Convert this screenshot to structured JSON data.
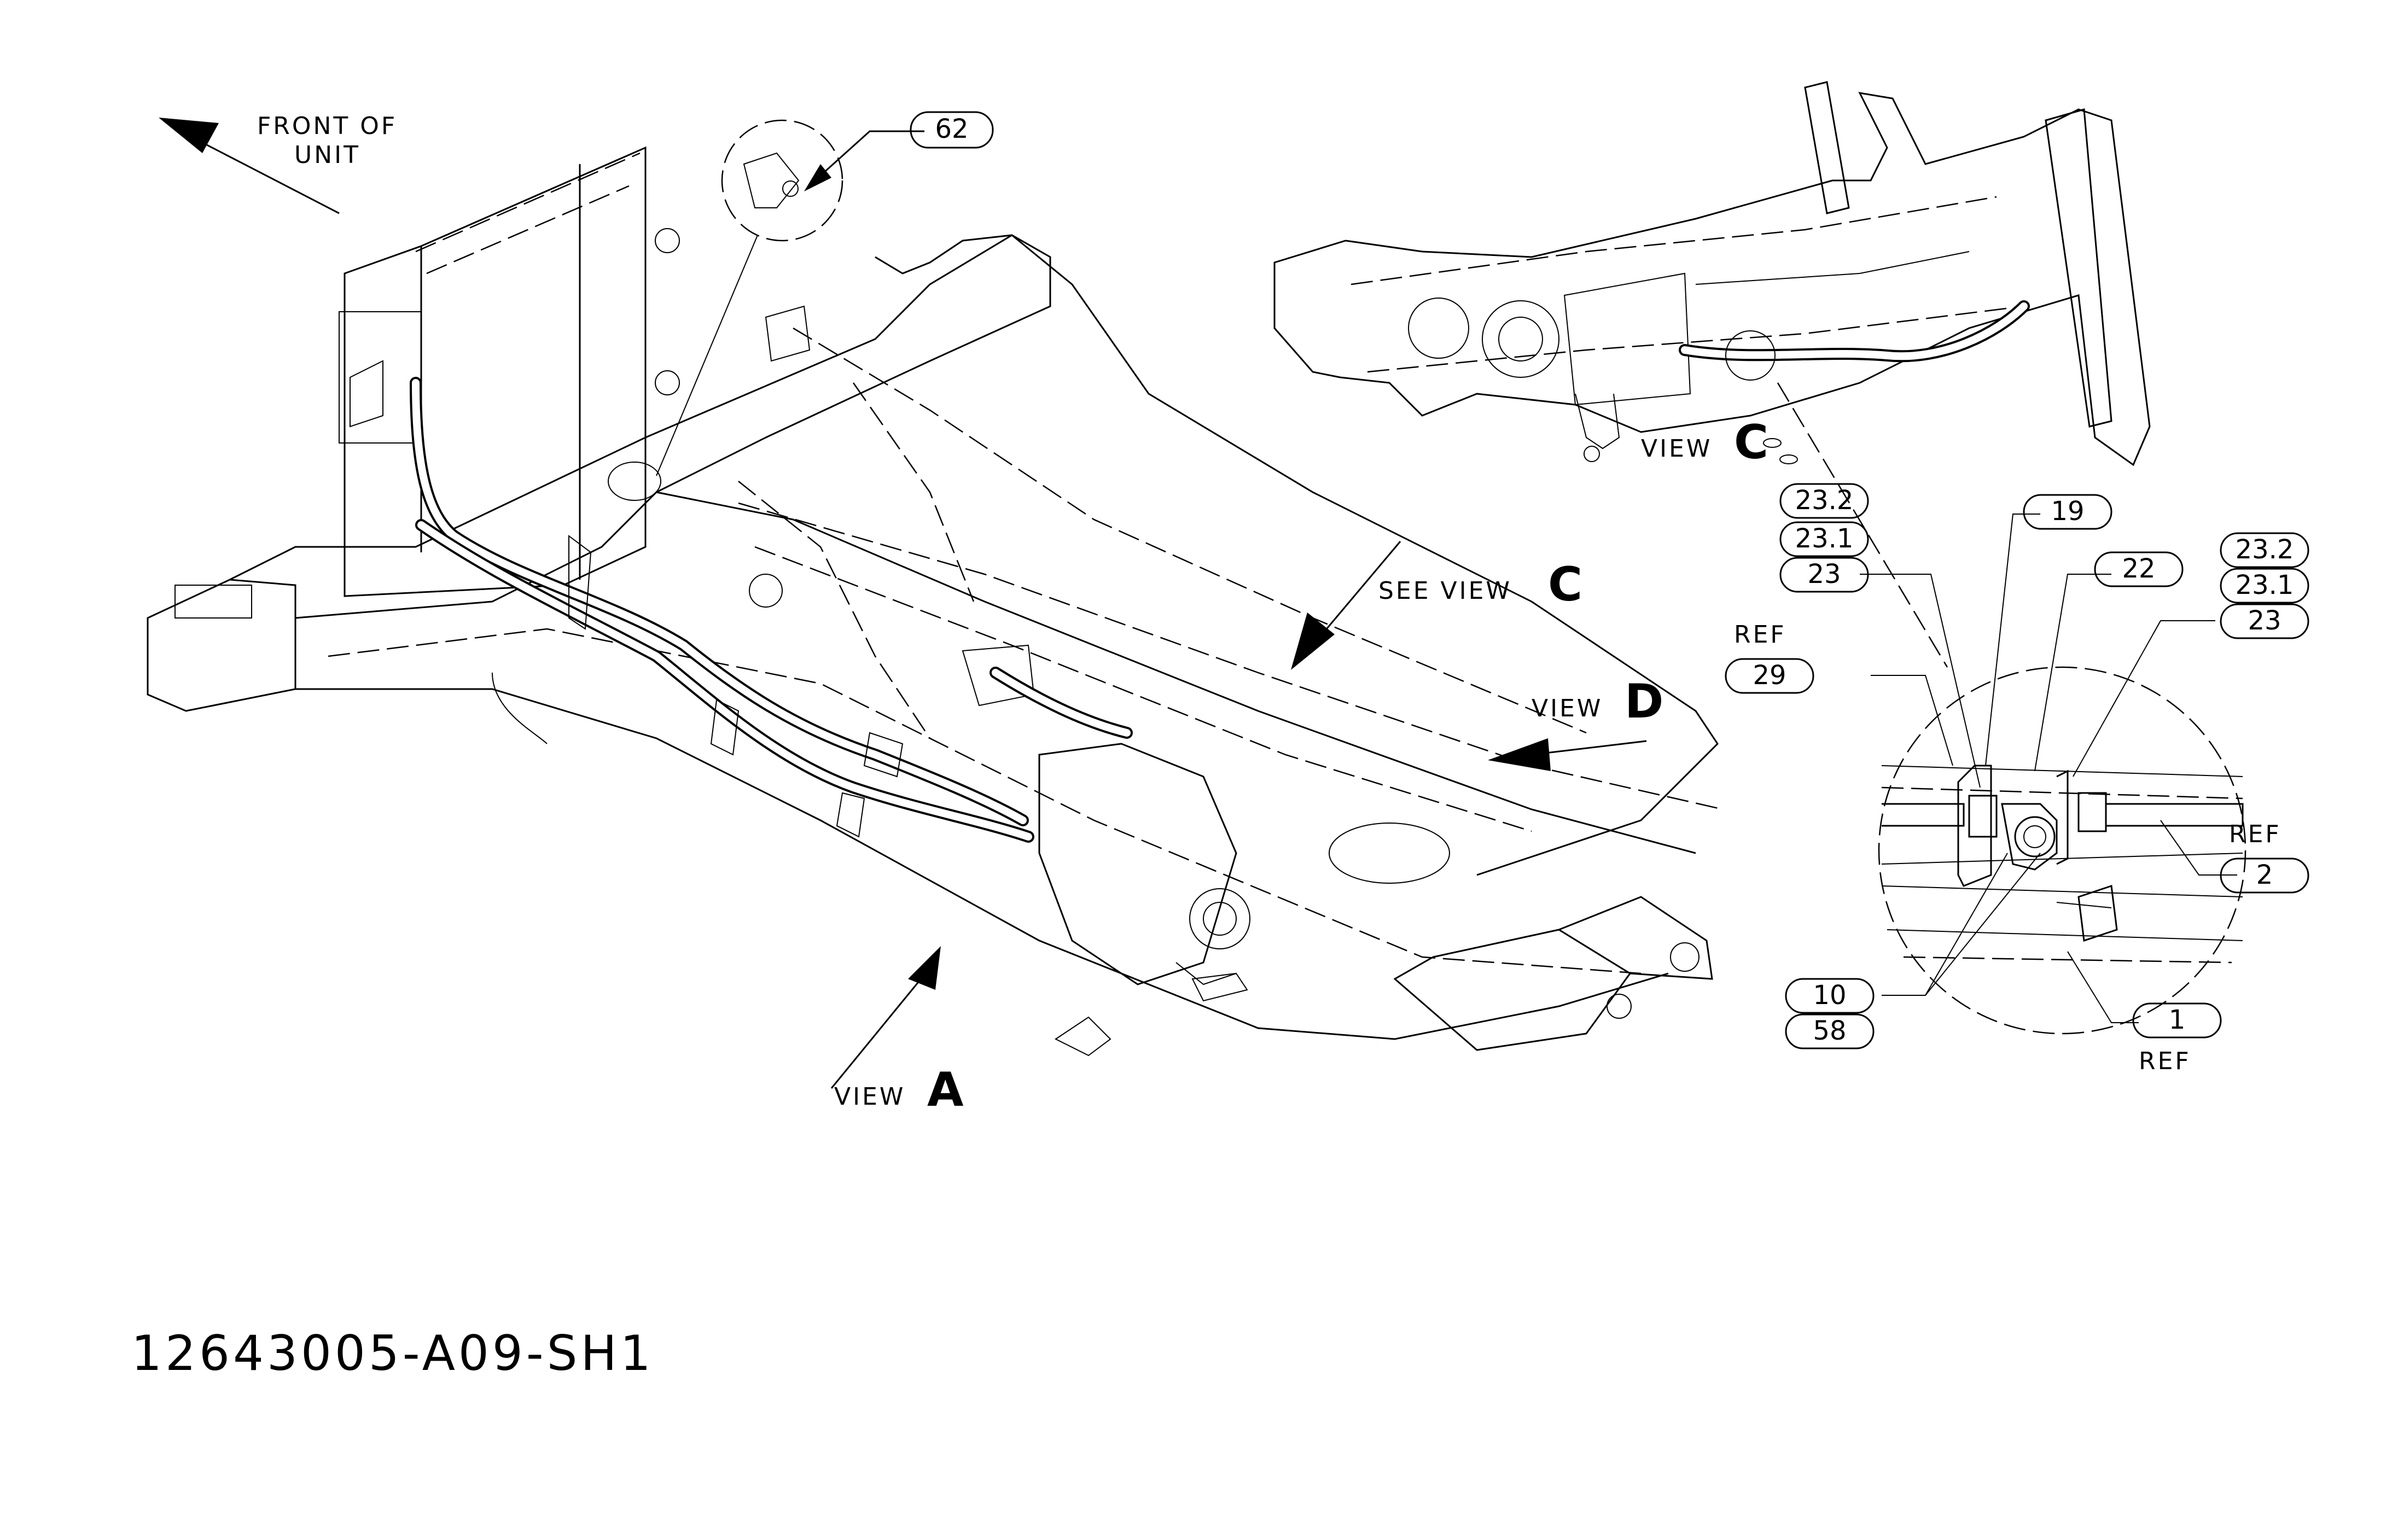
{
  "drawing_number": "12643005-A09-SH1",
  "labels": {
    "front_of_unit_line1": "FRONT OF",
    "front_of_unit_line2": "UNIT",
    "view_a_text": "VIEW",
    "view_a_letter": "A",
    "see_view_c_text": "SEE VIEW",
    "see_view_c_letter": "C",
    "view_d_text": "VIEW",
    "view_d_letter": "D",
    "view_c_text": "VIEW",
    "view_c_letter": "C",
    "ref_29": "REF",
    "ref_2": "REF",
    "ref_1": "REF"
  },
  "callouts": {
    "c62": "62",
    "c23_2_left": "23.2",
    "c23_1_left": "23.1",
    "c23_left": "23",
    "c19": "19",
    "c22": "22",
    "c23_2_right": "23.2",
    "c23_1_right": "23.1",
    "c23_right": "23",
    "c29": "29",
    "c2": "2",
    "c10": "10",
    "c58": "58",
    "c1": "1"
  }
}
